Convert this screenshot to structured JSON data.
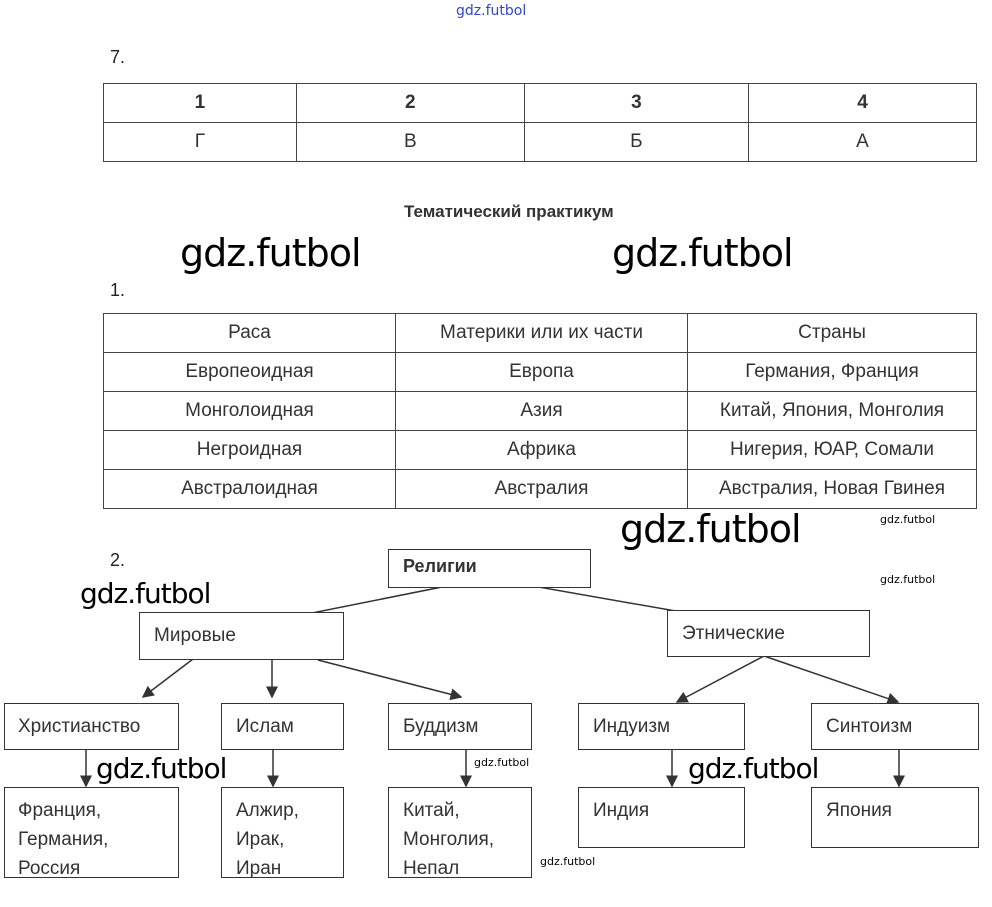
{
  "watermark": "gdz.futbol",
  "section7": {
    "number": "7.",
    "headers": [
      "1",
      "2",
      "3",
      "4"
    ],
    "values": [
      "Г",
      "В",
      "Б",
      "А"
    ]
  },
  "practicum_title": "Тематический практикум",
  "section1": {
    "number": "1.",
    "headers": [
      "Раса",
      "Материки или их части",
      "Страны"
    ],
    "rows": [
      [
        "Европеоидная",
        "Европа",
        "Германия, Франция"
      ],
      [
        "Монголоидная",
        "Азия",
        "Китай, Япония, Монголия"
      ],
      [
        "Негроидная",
        "Африка",
        "Нигерия, ЮАР, Сомали"
      ],
      [
        "Австралоидная",
        "Австралия",
        "Австралия, Новая Гвинея"
      ]
    ]
  },
  "section2": {
    "number": "2.",
    "root": "Религии",
    "world": "Мировые",
    "ethnic": "Этнические",
    "christianity": "Христианство",
    "islam": "Ислам",
    "buddhism": "Буддизм",
    "hinduism": "Индуизм",
    "shinto": "Синтоизм",
    "christianity_countries": [
      "Франция,",
      "Германия,",
      "Россия"
    ],
    "islam_countries": [
      "Алжир,",
      "Ирак,",
      "Иран"
    ],
    "buddhism_countries": [
      "Китай,",
      "Монголия,",
      "Непал"
    ],
    "hinduism_countries": [
      "Индия"
    ],
    "shinto_countries": [
      "Япония"
    ]
  }
}
